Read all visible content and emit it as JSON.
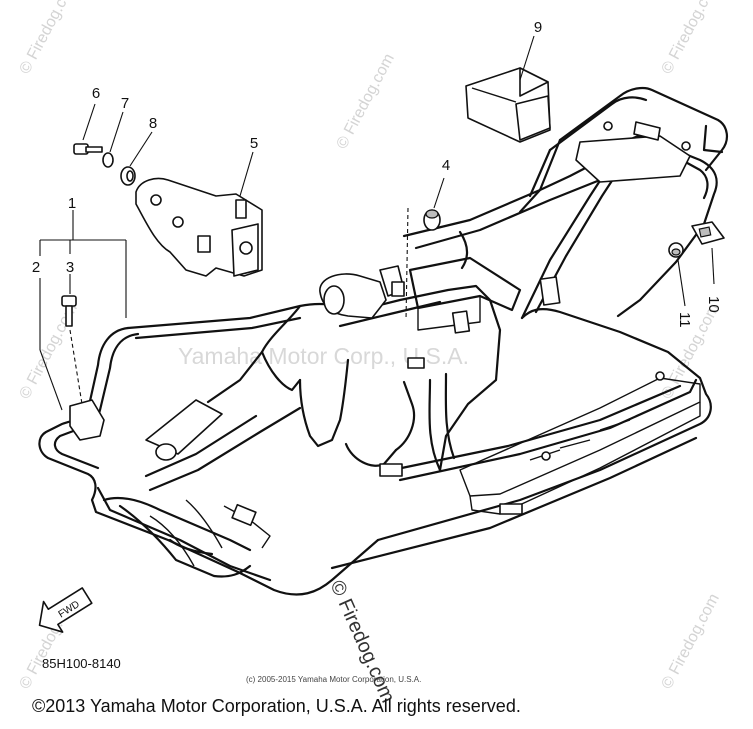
{
  "diagram": {
    "part_numbers": [
      "1",
      "2",
      "3",
      "4",
      "5",
      "6",
      "7",
      "8",
      "9",
      "10",
      "11"
    ],
    "reference_code": "85H100-8140",
    "fwd_label": "FWD",
    "watermark_center": "Yamaha Motor Corp., U.S.A.",
    "watermark_tile": "© Firedog.com",
    "watermark_right": "© Firedog.com",
    "small_copyright": "(c) 2005-2015 Yamaha Motor Corporation, U.S.A.",
    "copyright": "©2013 Yamaha Motor Corporation, U.S.A. All rights reserved."
  }
}
